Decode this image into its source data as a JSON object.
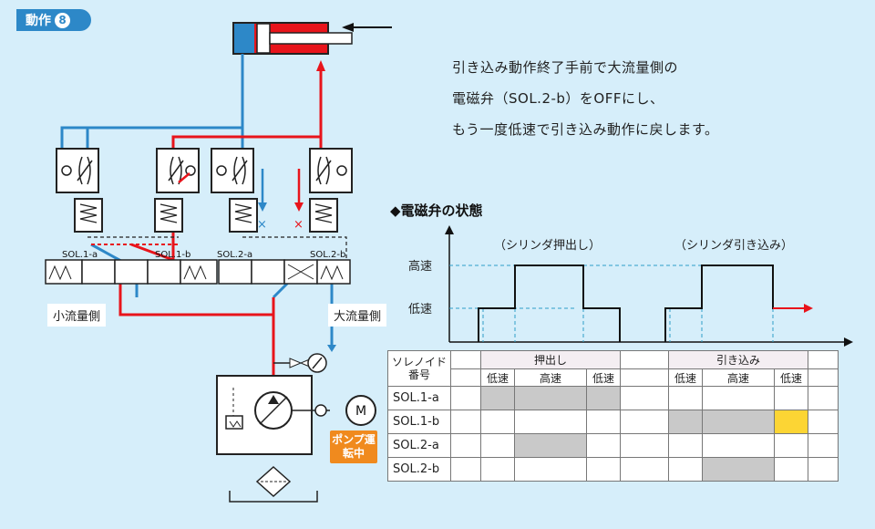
{
  "step": {
    "label": "動作",
    "number": "8"
  },
  "description": [
    "引き込み動作終了手前で大流量側の",
    "電磁弁（SOL.2-b）をOFFにし、",
    "もう一度低速で引き込み動作に戻します。"
  ],
  "circuit": {
    "solenoids": [
      "SOL.1-a",
      "SOL.1-b",
      "SOL.2-a",
      "SOL.2-b"
    ],
    "small_flow_label": "小流量側",
    "large_flow_label": "大流量側",
    "pump_status": "ポンプ運転中",
    "motor_label": "M"
  },
  "state_section_title": "◆電磁弁の状態",
  "timing_chart": {
    "phase_labels": [
      "（シリンダ押出し）",
      "（シリンダ引き込み）"
    ],
    "levels": [
      "高速",
      "低速"
    ]
  },
  "table": {
    "header_col": "ソレノイド番号",
    "groups": [
      "押出し",
      "引き込み"
    ],
    "subheaders": [
      "低速",
      "高速",
      "低速",
      "低速",
      "高速",
      "低速"
    ],
    "rows": [
      {
        "name": "SOL.1-a",
        "cells": [
          "",
          "g",
          "g",
          "g",
          "",
          "",
          "",
          "",
          ""
        ]
      },
      {
        "name": "SOL.1-b",
        "cells": [
          "",
          "",
          "",
          "",
          "",
          "g",
          "g",
          "y",
          ""
        ]
      },
      {
        "name": "SOL.2-a",
        "cells": [
          "",
          "",
          "g",
          "",
          "",
          "",
          "",
          "",
          ""
        ]
      },
      {
        "name": "SOL.2-b",
        "cells": [
          "",
          "",
          "",
          "",
          "",
          "",
          "g",
          "",
          ""
        ]
      }
    ]
  },
  "colors": {
    "pressure_line": "#e8141b",
    "return_line": "#2d88c8",
    "highlight_cell": "#fcd534",
    "active_cell": "#c9c9c9"
  }
}
